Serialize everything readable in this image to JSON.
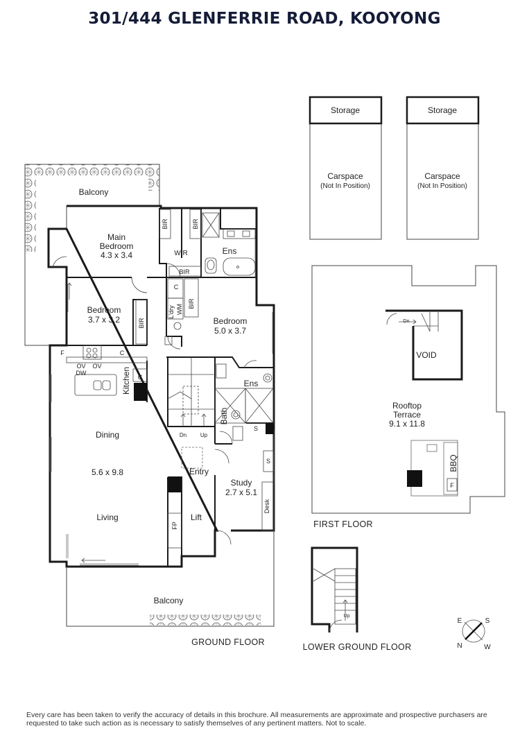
{
  "title": "301/444 GLENFERRIE ROAD, KOOYONG",
  "disclaimer": "Every care has been taken to verify the accuracy of details in this brochure. All measurements are approximate and prospective purchasers are requested to take such action as is necessary to satisfy themselves of any pertinent matters. Not to scale.",
  "floors": {
    "ground": "GROUND FLOOR",
    "first": "FIRST FLOOR",
    "lower": "LOWER GROUND FLOOR"
  },
  "rooms": {
    "balcony_top": "Balcony",
    "main_bedroom_1": "Main",
    "main_bedroom_2": "Bedroom",
    "main_bedroom_size": "4.3 x 3.4",
    "wir": "WIR",
    "ens_top": "Ens",
    "bedroom_left": "Bedroom",
    "bedroom_left_size": "3.7 x 3.2",
    "bedroom_right": "Bedroom",
    "bedroom_right_size": "5.0 x 3.7",
    "kitchen": "Kitchen",
    "ens_mid": "Ens",
    "bath": "Bath",
    "dining": "Dining",
    "dining_size": "5.6 x 9.8",
    "living": "Living",
    "entry": "Entry",
    "study": "Study",
    "study_size": "2.7 x 5.1",
    "lift": "Lift",
    "balcony_bottom": "Balcony",
    "storage_1": "Storage",
    "storage_2": "Storage",
    "carspace_1": "Carspace",
    "carspace_1_note": "(Not In Position)",
    "carspace_2": "Carspace",
    "carspace_2_note": "(Not In Position)",
    "void": "VOID",
    "rooftop_1": "Rooftop",
    "rooftop_2": "Terrace",
    "rooftop_size": "9.1 x 11.8",
    "bbq": "BBQ"
  },
  "labels": {
    "bir_1": "BIR",
    "bir_2": "BIR",
    "bir_3": "BIR",
    "bir_4": "BIR",
    "bir_5": "BIR",
    "c_1": "C",
    "c_2": "C",
    "c_3": "C",
    "ldry": "L'dry",
    "wm": "WM",
    "f_kitchen": "F",
    "ov_dw": "OV",
    "dw": "DW",
    "ov_2": "OV",
    "dn_stair": "Dn",
    "up_stair": "Up",
    "s_1": "S",
    "s_2": "S",
    "desk": "Desk",
    "fp": "FP",
    "dn_roof": "Dn",
    "f_roof": "F",
    "up_lower": "Up"
  },
  "compass": {
    "e": "E",
    "s": "S",
    "n": "N",
    "w": "W"
  }
}
